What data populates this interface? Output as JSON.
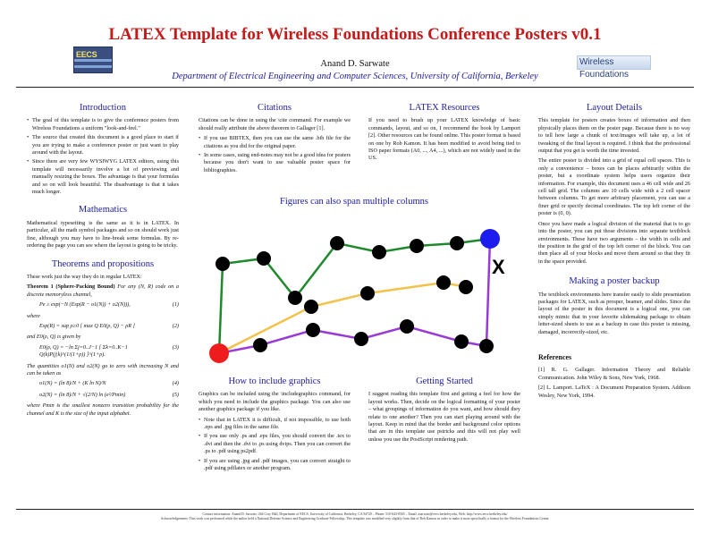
{
  "header": {
    "title": "LATEX Template for Wireless Foundations Conference Posters v0.1",
    "author": "Anand D. Sarwate",
    "affiliation": "Department of Electrical Engineering and Computer Sciences, University of California, Berkeley",
    "logo_left_text": "EECS",
    "logo_right_text": "Wireless Foundations"
  },
  "col1": {
    "intro_heading": "Introduction",
    "intro_bullets": [
      "The goal of this template is to give the conference posters from Wireless Foundations a uniform \"look-and-feel.\"",
      "The source that created this document is a good place to start if you are trying to make a conference poster or just want to play around with the layout.",
      "Since there are very few WYSIWYG LATEX editors, using this template will necessarily involve a lot of previewing and manually resizing the boxes. The advantage is that your formulas and so on will look beautiful. The disadvantage is that it takes much longer."
    ],
    "math_heading": "Mathematics",
    "math_text": "Mathematical typesetting is the same as it is in LATEX. In particular, all the math symbol packages and so on should work just fine, although you may have to line-break some formulas. By re-ordering the page you can see where the layout is going to be tricky.",
    "theorems_heading": "Theorems and propositions",
    "theorems_intro": "These work just the way they do in regular LATEX:",
    "theorem_head": "Theorem 1 (Sphere-Packing Bound)",
    "theorem_text": "For any (N, R) code on a discrete memoryless channel,",
    "eq1": "Pe ≥ exp(−N (Esp(R − o1(N)) + o2(N))),",
    "eq1_no": "(1)",
    "where1": "where",
    "eq2": "Esp(R) = sup ρ≥0 [ max Q E0(ρ, Q) − ρR ]",
    "eq2_no": "(2)",
    "and_text": "and E0(ρ, Q) is given by",
    "eq3": "E0(ρ, Q) = −ln Σj=0..J−1 [ Σk=0..K−1 Q(k)P(j|k)^(1/(1+ρ)) ]^(1+ρ).",
    "eq3_no": "(3)",
    "quantities_text": "The quantities o1(N) and o2(N) go to zero with increasing N and can be taken as",
    "eq4": "o1(N) = (ln 8)/N + (K ln N)/N",
    "eq4_no": "(4)",
    "eq5": "o2(N) = (ln 8)/N + √(2/N) ln (e²/Pmin)",
    "eq5_no": "(5)",
    "closing_text": "where Pmin is the smallest nonzero transition probability for the channel and K is the size of the input alphabet."
  },
  "col2": {
    "citations_heading": "Citations",
    "citations_text": "Citations can be done in using the \\cite command. For example we should really attribute the above theorem to Gallager [1].",
    "citations_bullets": [
      "If you use BIBTEX, then you can use the same .bib file for the citations as you did for the original paper.",
      "In some cases, using end-notes may not be a good idea for posters because you don't want to use valuable poster space for bibliographies."
    ],
    "graphics_heading": "How to include graphics",
    "graphics_text": "Graphics can be included using the \\includegraphics command, for which you need to include the graphics package. You can also use another graphics package if you like.",
    "graphics_bullets": [
      "Note that in LATEX it is difficult, if not impossible, to use both .eps and .jpg files in the same file.",
      "If you use only .ps and .eps files, you should convert the .tex to .dvi and then the .dvi to .ps using dvips. Then you can convert the .ps to .pdf using ps2pdf.",
      "If you are using .jpg and .pdf images, you can convert straight to .pdf using pdflatex or another program."
    ]
  },
  "col3": {
    "resources_heading": "LATEX Resources",
    "resources_text": "If you need to brush up your LATEX knowledge of basic commands, layout, and so on, I recommend the book by Lamport [2]. Other resources can be found online. This poster format is based on one by Rob Kamon. It has been modified to avoid being tied to ISO paper formats (A0, ..., A4, ...), which are not widely used in the US.",
    "started_heading": "Getting Started",
    "started_text": "I suggest reading this template first and getting a feel for how the layout works. Then, decide on the logical formatting of your poster – what groupings of information do you want, and how should they relate to one another? Then you can start playing around with the layout. Keep in mind that the border and background color options that are in this template use pstricks and this will not play well unless you use the PostScript rendering path."
  },
  "col4": {
    "layout_heading": "Layout Details",
    "layout_p1": "This template for posters creates boxes of information and then physically places them on the poster page. Because there is no way to tell how large a chunk of text/images will take up, a lot of tweaking of the final layout is required. I think that the professional output that you get is worth the time invested.",
    "layout_p2": "The entire poster is divided into a grid of equal cell spaces. This is only a convenience – boxes can be places arbitrarily within the poster, but a coordinate system helps users organize their information. For example, this document uses a 46 cell wide and 26 cell tall grid. The columns are 10 cells wide with a 2 cell spacer between columns. To get more arbitrary placement, you can use a finer grid or specify decimal coordinates. The top left corner of the poster is (0, 0).",
    "layout_p3": "Once you have made a logical division of the material that is to go into the poster, you can put those divisions into separate textblock environments. These have two arguments – the width in cells and the position in the grid of the top left corner of the block. You can then place all of your blocks and move them around so that they fit in the space provided.",
    "backup_heading": "Making a poster backup",
    "backup_text": "The textblock environments here transfer easily to slide presentation packages for LATEX, such as prosper, beamer, and slides. Since the layout of the poster in this document is a logical one, you can simply mimic that in your favorite slidemaking package to obtain letter-sized sheets to use as a backup in case this poster is missing, damaged, incorrectly-sized, etc.",
    "references_heading": "References",
    "references": [
      "[1] R. G. Gallager. Information Theory and Reliable Communication. John Wiley & Sons, New York, 1968.",
      "[2] L. Lamport. LaTeX : A Document Preparation System. Addison Wesley, New York, 1994."
    ]
  },
  "figure": {
    "title": "Figures can also span multiple columns",
    "x_label": "X",
    "colors": {
      "green": "#1f8a2b",
      "yellow": "#f2c24a",
      "purple": "#9a3ad6",
      "red": "#ee1c1c",
      "blue": "#1c1cee",
      "node": "#000000"
    }
  },
  "footer": {
    "line1": "Contact information: Anand D. Sarwate, 264 Cory Hall, Department of EECS, University of California, Berkeley, CA 94720 – Phone: 510-643-8565 – Email: asarwate@eecs.berkeley.edu, Web: http://www.eecs.berkeley.edu/",
    "line2": "Acknowledgements: This work was performed while the author held a National Defense Science and Engineering Graduate Fellowship. This template was modified very slightly from that of Rob Kamon in order to make it more specifically a format for the Wireless Foundations Center."
  }
}
